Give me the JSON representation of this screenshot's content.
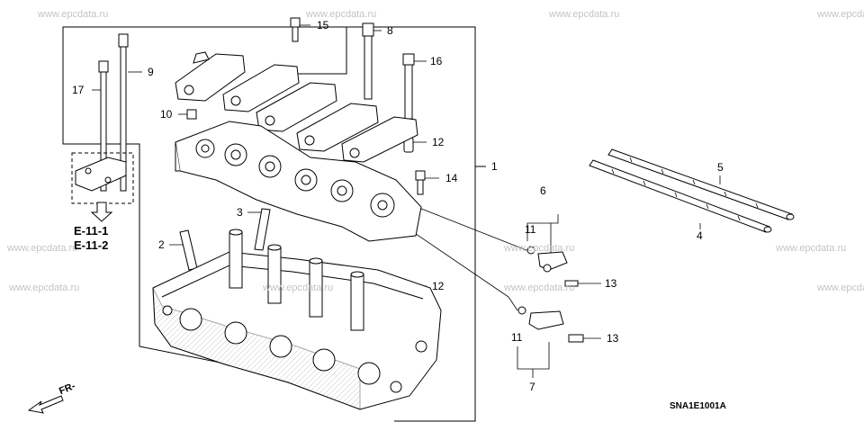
{
  "watermark": "www.epcdata.ru",
  "callouts": {
    "c1": "1",
    "c2": "2",
    "c3": "3",
    "c4": "4",
    "c5": "5",
    "c6": "6",
    "c7": "7",
    "c8": "8",
    "c9": "9",
    "c10": "10",
    "c11a": "11",
    "c11b": "11",
    "c12a": "12",
    "c12b": "12",
    "c13a": "13",
    "c13b": "13",
    "c14": "14",
    "c15": "15",
    "c16": "16",
    "c17": "17"
  },
  "references": [
    "E-11-1",
    "E-11-2"
  ],
  "direction_label": "FR-",
  "diagram_code": "SNA1E1001A"
}
